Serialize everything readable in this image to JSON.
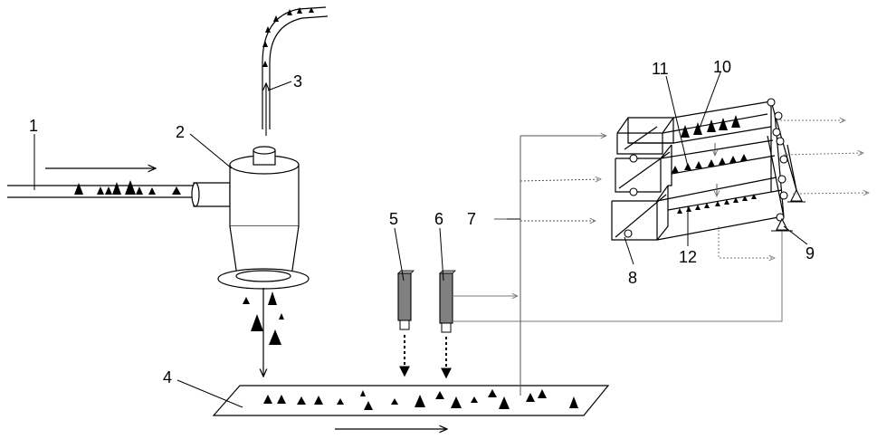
{
  "labels": {
    "inlet_pipe": "1",
    "cyclone": "2",
    "outlet_pipe": "3",
    "conveyor": "4",
    "sensor_a": "5",
    "sensor_b": "6",
    "signal_bus": "7",
    "tray_gate": "8",
    "pivot": "9",
    "upper_tray": "10",
    "mid_tray": "11",
    "lower_tray": "12"
  },
  "colors": {
    "line": "#000000",
    "sensor_body": "#808080",
    "signal_line": "#777777"
  }
}
